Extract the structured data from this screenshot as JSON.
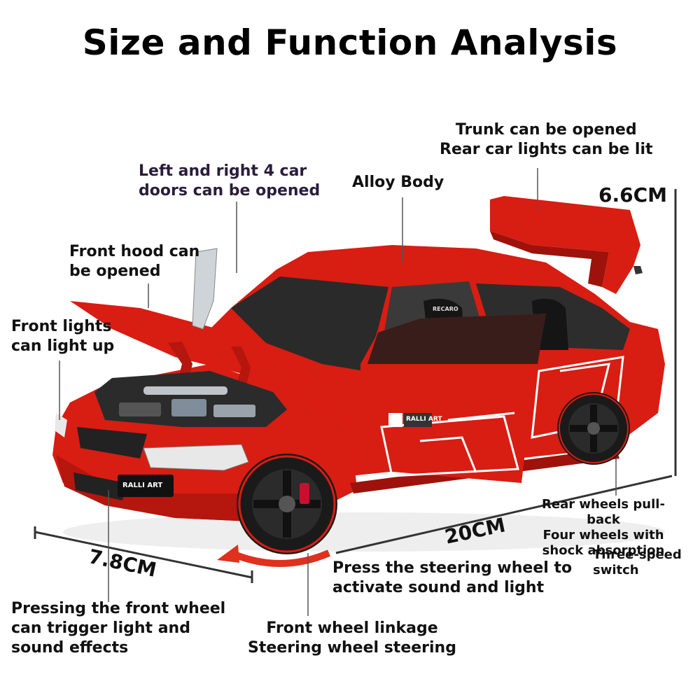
{
  "title": "Size and Function Analysis",
  "callouts": {
    "trunk": "Trunk can be opened\nRear car lights can be lit",
    "doors": "Left and right 4 car\ndoors can be opened",
    "alloy": "Alloy Body",
    "hood": "Front hood can\nbe opened",
    "lights": "Front lights\ncan light up",
    "rear_wheels": "Rear wheels pull-back\nFour wheels with\nshock absorption",
    "three_speed": "Three-speed\nswitch",
    "steering_press": "Press the steering wheel to\nactivate sound and light",
    "front_wheel_press": "Pressing the front wheel\ncan trigger light and\nsound effects",
    "linkage": "Front wheel linkage\nSteering wheel steering"
  },
  "dimensions": {
    "height": "6.6CM",
    "length": "20CM",
    "width": "7.8CM"
  },
  "car_badges": {
    "plate": "RALLI ART",
    "door_decal": "RALLI ART",
    "seat": "RECARO"
  },
  "colors": {
    "body": "#d81d12",
    "body_dark": "#9e120b",
    "accent_white": "#ffffff",
    "tire": "#1a1a1a",
    "arrow": "#e0301e"
  }
}
